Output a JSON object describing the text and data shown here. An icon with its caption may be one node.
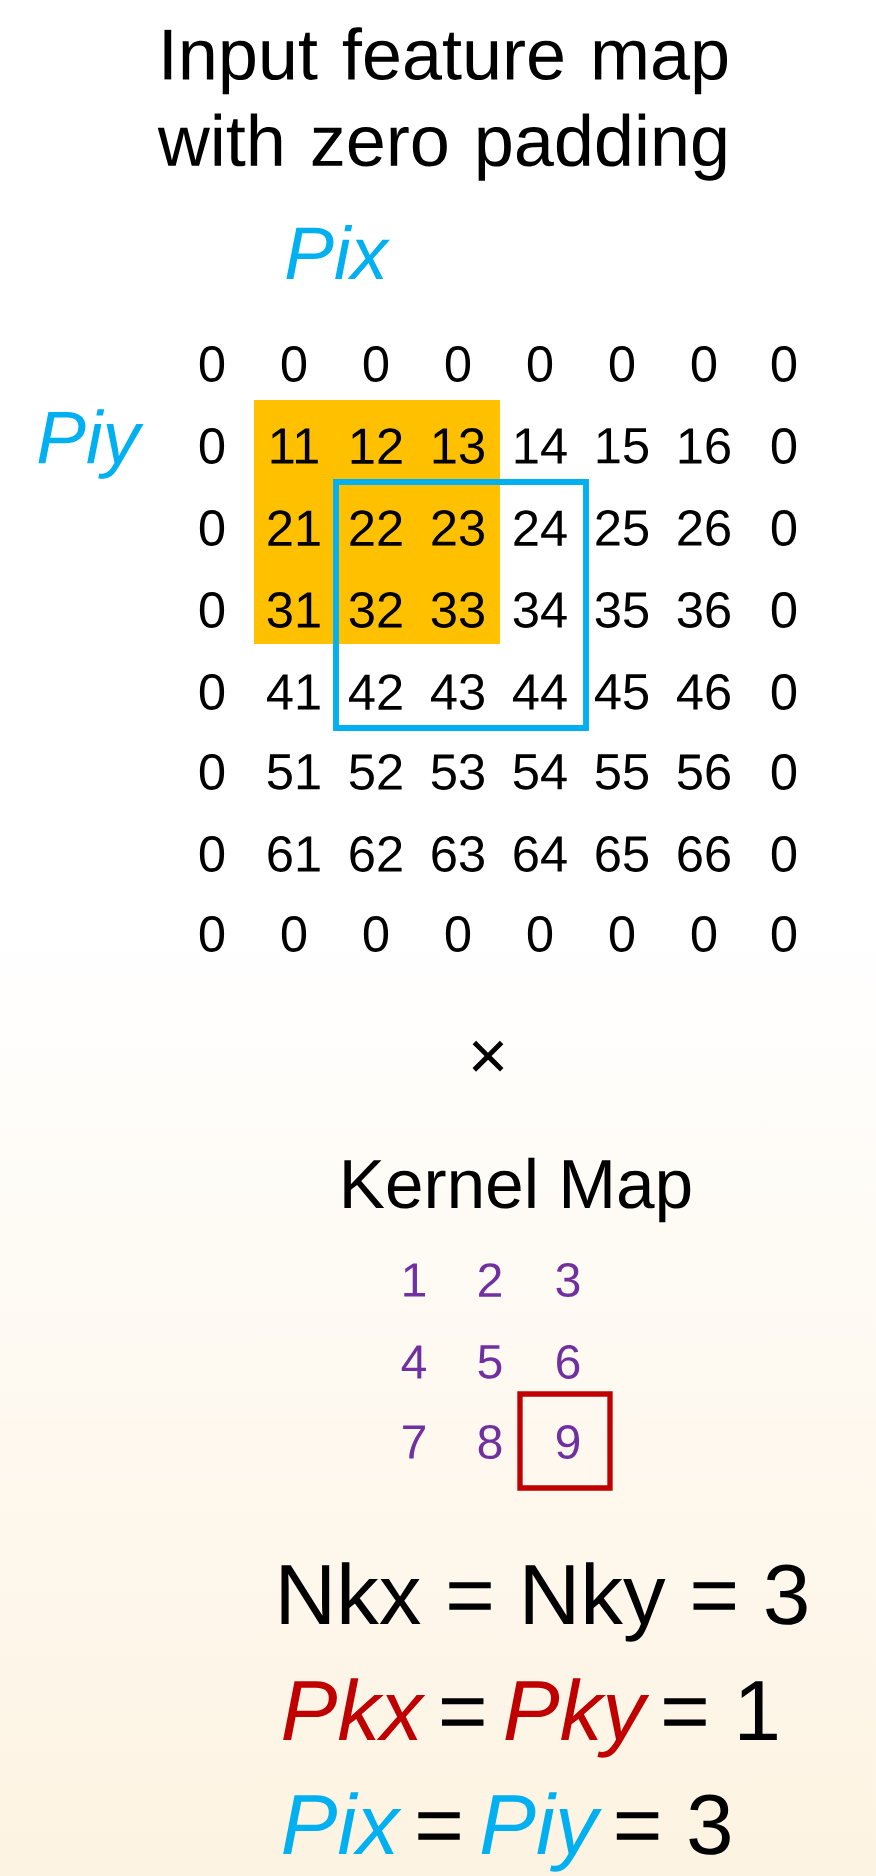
{
  "diagram": {
    "title": "Input feature map with zero padding",
    "labels": [
      "Pix",
      "Piy",
      "0",
      "0",
      "0",
      "0",
      "0",
      "0",
      "0",
      "0",
      "0",
      "11",
      "12",
      "13",
      "14",
      "15",
      "16",
      "0",
      "0",
      "21",
      "22",
      "23",
      "24",
      "25",
      "26",
      "0",
      "0",
      "31",
      "32",
      "33",
      "34",
      "35",
      "36",
      "0",
      "0",
      "41",
      "42",
      "43",
      "44",
      "45",
      "46",
      "0",
      "0",
      "51",
      "52",
      "53",
      "54",
      "55",
      "56",
      "0",
      "0",
      "61",
      "62",
      "63",
      "64",
      "65",
      "66",
      "0",
      "0",
      "0",
      "0",
      "0",
      "0",
      "0",
      "0",
      "0",
      "×",
      "Kernel Map",
      "1",
      "2",
      "3",
      "4",
      "5",
      "6",
      "7",
      "8",
      "9",
      "Nkx = Nky = 3",
      "Pkx",
      "=",
      "Pky",
      "= 1",
      "Pix",
      "=",
      "Piy",
      "= 3"
    ]
  }
}
